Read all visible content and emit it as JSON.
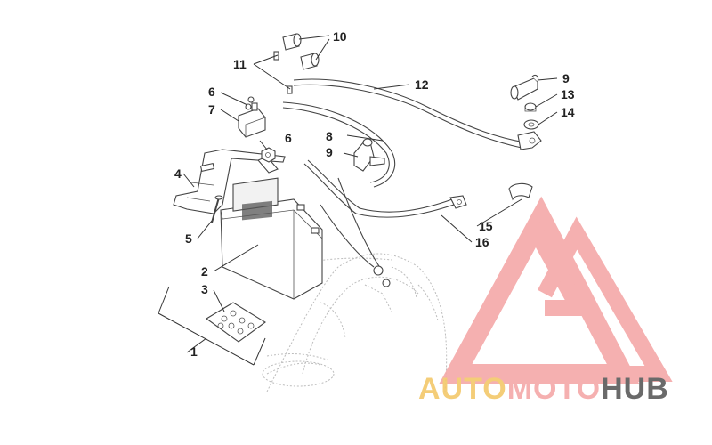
{
  "diagram": {
    "callouts": [
      "1",
      "2",
      "3",
      "4",
      "5",
      "6",
      "6",
      "7",
      "8",
      "9",
      "9",
      "10",
      "11",
      "12",
      "13",
      "14",
      "15",
      "16"
    ]
  },
  "watermark": {
    "word_part_1": "AUTO",
    "word_part_2": "MOTO",
    "word_part_3": "HUB",
    "colors": {
      "primary": "#f5a8a8",
      "accent": "#f3c86a",
      "dark": "#5a5a5a"
    }
  }
}
